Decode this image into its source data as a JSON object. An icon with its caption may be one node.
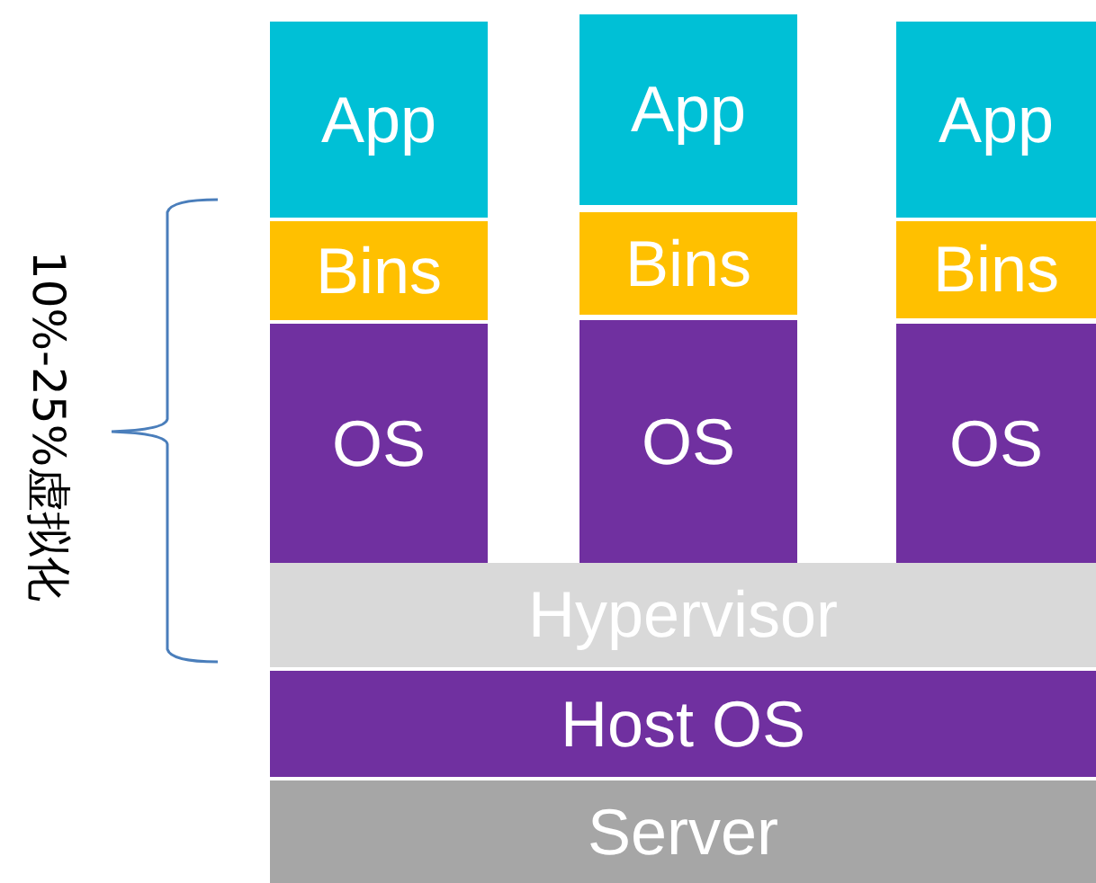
{
  "diagram": {
    "nodes": [
      {
        "text": [
          "App"
        ]
      },
      {
        "text": [
          "App"
        ]
      },
      {
        "text": [
          "App"
        ]
      },
      {
        "text": [
          "Bins"
        ]
      },
      {
        "text": [
          "Bins"
        ]
      },
      {
        "text": [
          "Bins"
        ]
      },
      {
        "text": [
          "OS"
        ]
      },
      {
        "text": [
          "OS"
        ]
      },
      {
        "text": [
          "OS"
        ]
      },
      {
        "text": [
          "Hypervisor"
        ]
      },
      {
        "text": [
          "Host OS"
        ]
      },
      {
        "text": [
          "Server"
        ]
      }
    ],
    "labels": [
      "10%-25%虚拟化"
    ]
  }
}
